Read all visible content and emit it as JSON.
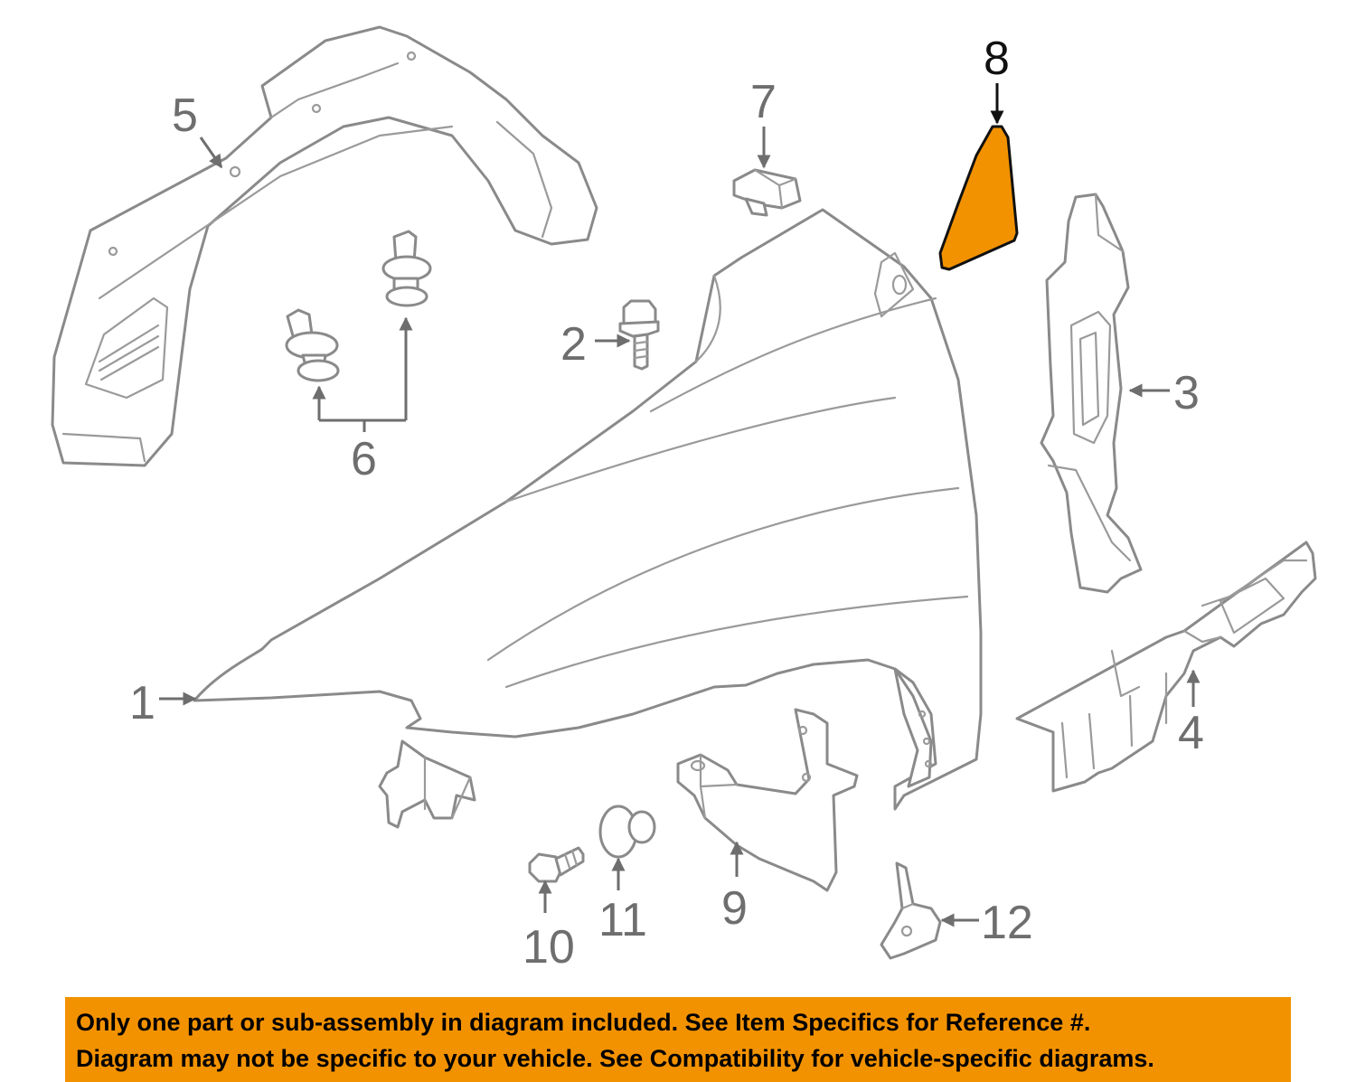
{
  "callouts": {
    "c1": "1",
    "c2": "2",
    "c3": "3",
    "c4": "4",
    "c5": "5",
    "c6": "6",
    "c7": "7",
    "c8": "8",
    "c9": "9",
    "c10": "10",
    "c11": "11",
    "c12": "12"
  },
  "colors": {
    "highlight": "#f39200",
    "line": "#8a8a8a",
    "banner": "#f39200"
  },
  "notice": {
    "line1": "Only one part or sub-assembly in diagram included. See Item Specifics for Reference #.",
    "line2": "Diagram may not be specific to your vehicle. See Compatibility for vehicle-specific diagrams."
  }
}
